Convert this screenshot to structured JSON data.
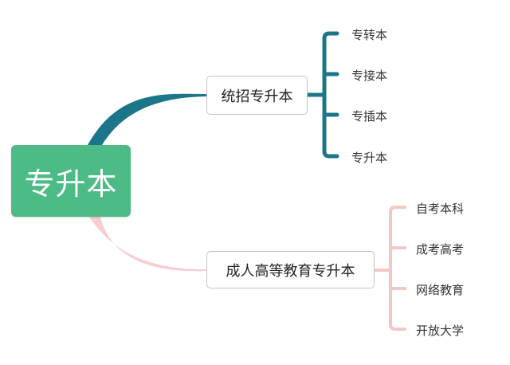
{
  "root": {
    "label": "专升本",
    "color": "#4dbb86"
  },
  "branches": [
    {
      "label": "统招专升本",
      "line_color": "#1c7589",
      "children": [
        "专转本",
        "专接本",
        "专插本",
        "专升本"
      ]
    },
    {
      "label": "成人高等教育专升本",
      "line_color": "#f5c6c8",
      "children": [
        "自考本科",
        "成考高考",
        "网络教育",
        "开放大学"
      ]
    }
  ]
}
